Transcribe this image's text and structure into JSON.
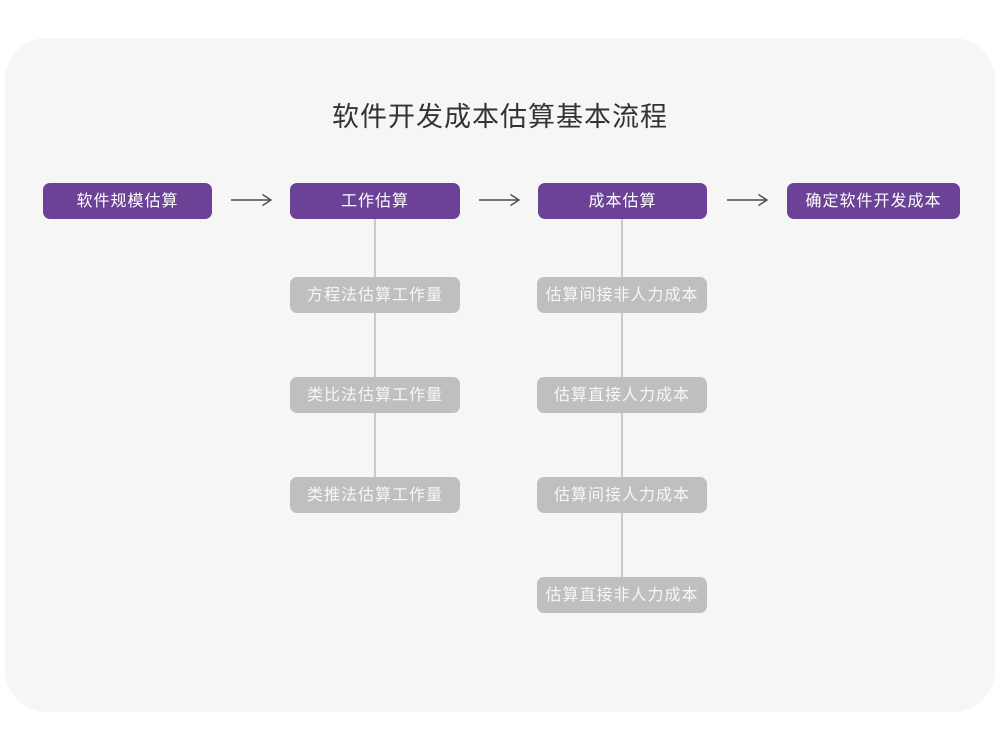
{
  "title": "软件开发成本估算基本流程",
  "colors": {
    "primary_node": "#6b4296",
    "secondary_node": "#bfbfbf",
    "connector_line": "#c9c9c9",
    "arrow": "#4d4d4d",
    "card_background": "#f6f6f7",
    "page_background": "#ffffff",
    "title_text": "#333333",
    "node_text": "#ffffff"
  },
  "flow": {
    "main_steps": [
      {
        "label": "软件规模估算"
      },
      {
        "label": "工作估算"
      },
      {
        "label": "成本估算"
      },
      {
        "label": "确定软件开发成本"
      }
    ],
    "work_estimation_methods": [
      {
        "label": "方程法估算工作量"
      },
      {
        "label": "类比法估算工作量"
      },
      {
        "label": "类推法估算工作量"
      }
    ],
    "cost_estimation_methods": [
      {
        "label": "估算间接非人力成本"
      },
      {
        "label": "估算直接人力成本"
      },
      {
        "label": "估算间接人力成本"
      },
      {
        "label": "估算直接非人力成本"
      }
    ]
  }
}
